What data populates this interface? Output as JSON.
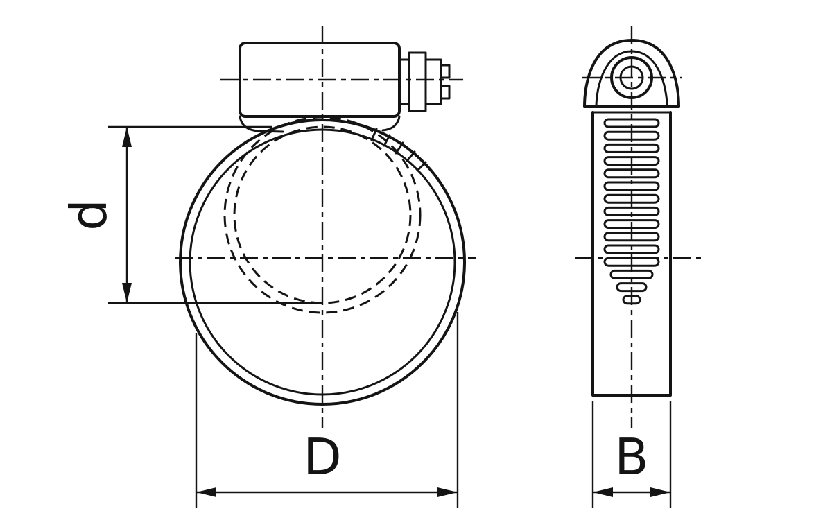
{
  "page": {
    "background": "#ffffff",
    "line_color": "#141414"
  },
  "drawing": {
    "labels": {
      "inner_diameter": "d",
      "outer_diameter": "D",
      "band_width": "B"
    },
    "side_view": {
      "perforation_count": 15
    }
  }
}
